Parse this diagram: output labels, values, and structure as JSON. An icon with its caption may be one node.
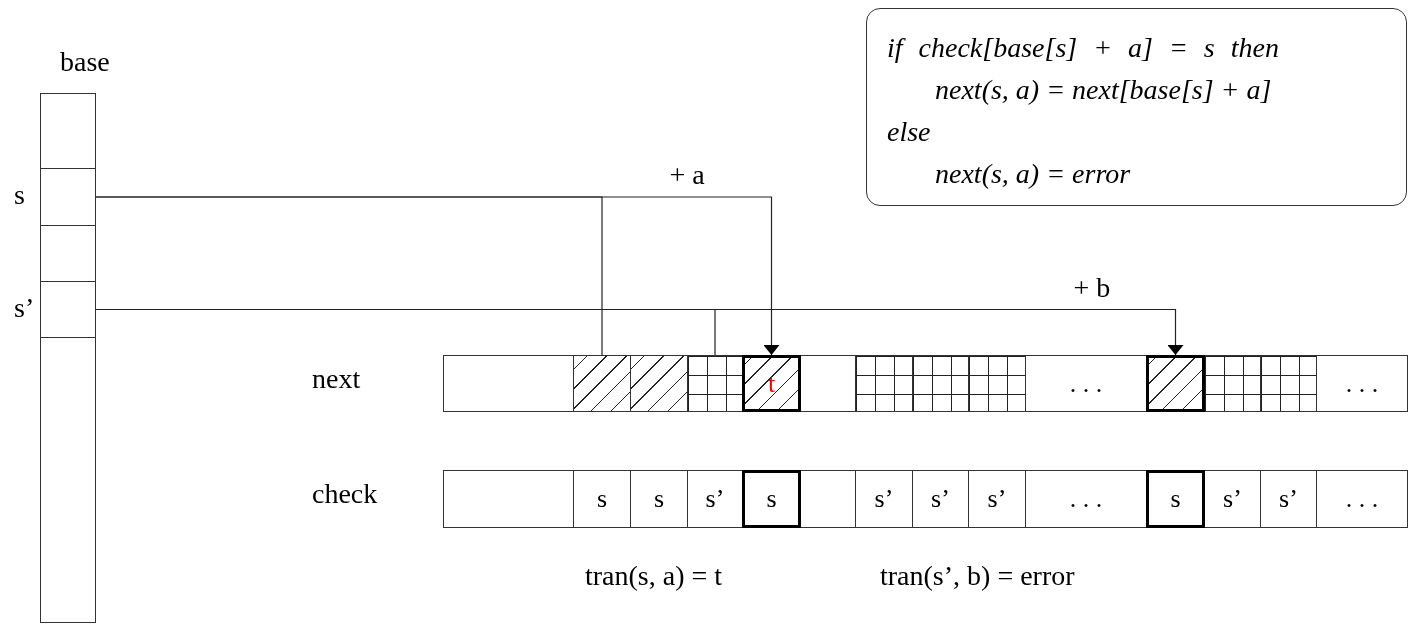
{
  "diagram": {
    "nodes": [
      {
        "text": [
          "base"
        ]
      },
      {
        "text": [],
        "shape": "box",
        "in": 0
      },
      {
        "text": [],
        "shape": "box",
        "in": 0,
        "beside": [
          "s"
        ]
      },
      {
        "text": [],
        "shape": "box",
        "in": 0
      },
      {
        "text": [],
        "shape": "box",
        "in": 0,
        "beside": [
          "s’"
        ]
      },
      {
        "text": [],
        "shape": "box",
        "in": 0
      },
      {
        "text": [
          "next"
        ]
      },
      {
        "text": [],
        "shape": "box",
        "in": 6
      },
      {
        "text": [],
        "shape": "box",
        "in": 6
      },
      {
        "text": [],
        "shape": "box",
        "in": 6
      },
      {
        "text": [],
        "shape": "box",
        "in": 6
      },
      {
        "text": [
          "t"
        ],
        "in": 6
      },
      {
        "text": [],
        "shape": "box",
        "in": 6
      },
      {
        "text": [],
        "shape": "box",
        "in": 6
      },
      {
        "text": [],
        "shape": "box",
        "in": 6
      },
      {
        "text": [],
        "shape": "box",
        "in": 6
      },
      {
        "text": [
          ". . ."
        ],
        "in": 6
      },
      {
        "text": [],
        "shape": "box",
        "in": 6
      },
      {
        "text": [],
        "shape": "box",
        "in": 6
      },
      {
        "text": [],
        "shape": "box",
        "in": 6
      },
      {
        "text": [
          ". . ."
        ],
        "in": 6
      },
      {
        "text": [
          "check"
        ]
      },
      {
        "text": [],
        "shape": "box",
        "in": 21
      },
      {
        "text": [
          "s"
        ],
        "in": 21
      },
      {
        "text": [
          "s"
        ],
        "in": 21
      },
      {
        "text": [
          "s’"
        ],
        "in": 21
      },
      {
        "text": [
          "s"
        ],
        "in": 21
      },
      {
        "text": [],
        "shape": "box",
        "in": 21
      },
      {
        "text": [
          "s’"
        ],
        "in": 21
      },
      {
        "text": [
          "s’"
        ],
        "in": 21
      },
      {
        "text": [
          "s’"
        ],
        "in": 21
      },
      {
        "text": [
          ". . ."
        ],
        "in": 21
      },
      {
        "text": [
          "s"
        ],
        "in": 21
      },
      {
        "text": [
          "s’"
        ],
        "in": 21
      },
      {
        "text": [
          "s’"
        ],
        "in": 21
      },
      {
        "text": [
          ". . ."
        ],
        "in": 21
      },
      {
        "text": [
          "if check[base[s] + a] = s then",
          "next(s, a) = next[base[s] + a]",
          "else",
          "next(s, a) = error"
        ]
      }
    ],
    "edges": [
      {
        "from": 2,
        "to": 11,
        "arrow": "to",
        "label": "+ a"
      },
      {
        "from": 2,
        "to": 8,
        "arrow": "none"
      },
      {
        "from": 4,
        "to": 17,
        "arrow": "to",
        "label": "+ b"
      },
      {
        "from": 4,
        "to": 10,
        "arrow": "none"
      }
    ],
    "labels": [
      "tran(s, a) = t",
      "tran(s’, b) = error"
    ]
  }
}
